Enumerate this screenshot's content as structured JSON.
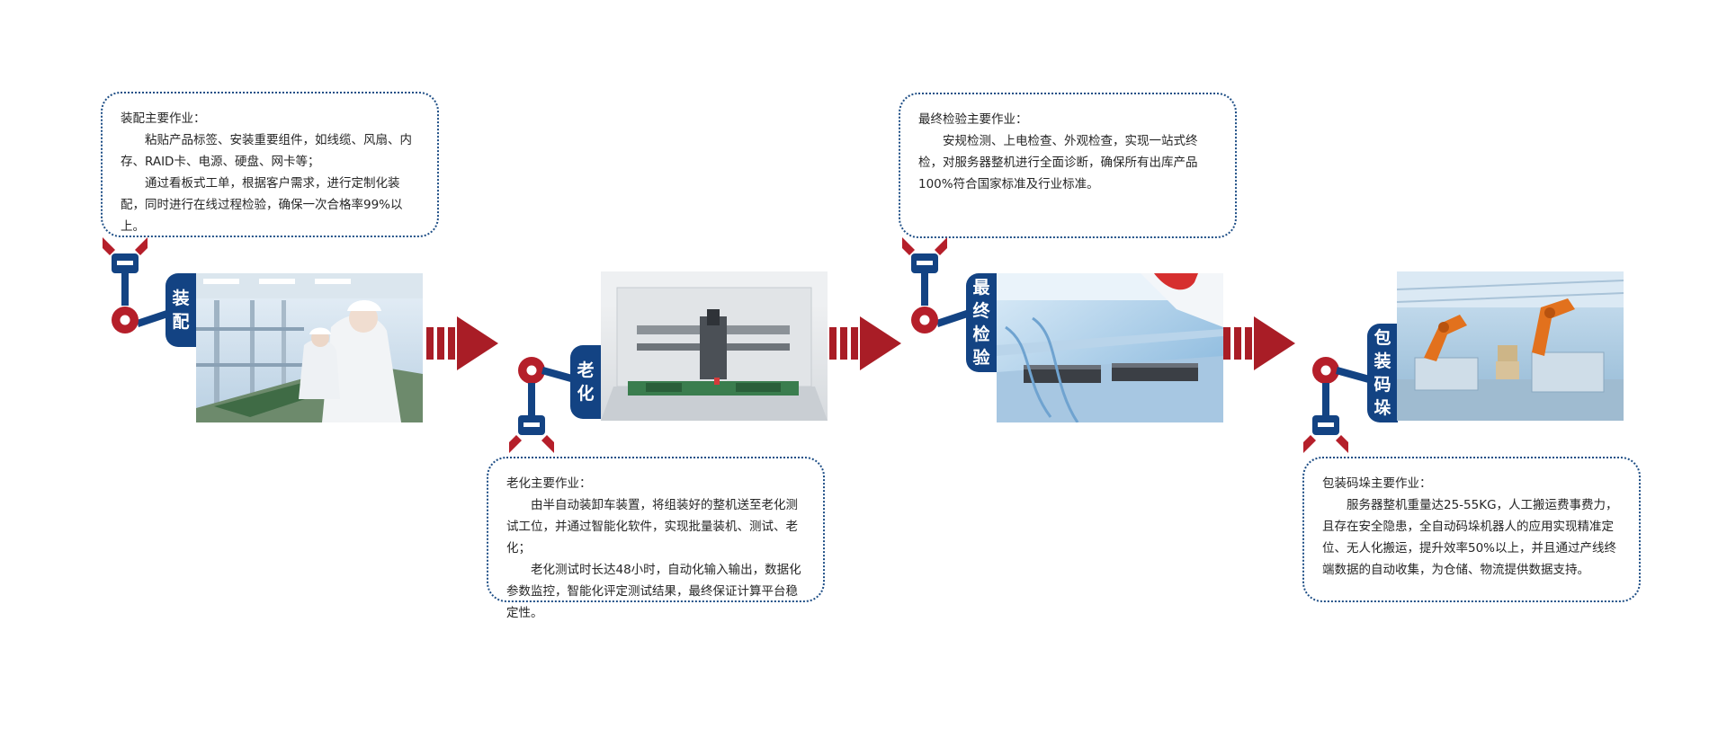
{
  "colors": {
    "navy": "#134383",
    "red": "#b51f2a",
    "border": "#1f4f86"
  },
  "steps": [
    {
      "tag": [
        "装",
        "配"
      ],
      "desc_title": "装配主要作业：",
      "desc_lines": [
        "粘贴产品标签、安装重要组件，如线缆、风扇、内存、RAID卡、电源、硬盘、网卡等；",
        "通过看板式工单，根据客户需求，进行定制化装配，同时进行在线过程检验，确保一次合格率99%以上。"
      ]
    },
    {
      "tag": [
        "老",
        "化"
      ],
      "desc_title": "老化主要作业：",
      "desc_lines": [
        "由半自动装卸车装置，将组装好的整机送至老化测试工位，并通过智能化软件，实现批量装机、测试、老化；",
        "老化测试时长达48小时，自动化输入输出，数据化参数监控，智能化评定测试结果，最终保证计算平台稳定性。"
      ]
    },
    {
      "tag": [
        "最",
        "终",
        "检",
        "验"
      ],
      "desc_title": "最终检验主要作业：",
      "desc_lines": [
        "安规检测、上电检查、外观检查，实现一站式终检，对服务器整机进行全面诊断，确保所有出库产品100%符合国家标准及行业标准。"
      ]
    },
    {
      "tag": [
        "包",
        "装",
        "码",
        "垛"
      ],
      "desc_title": "包装码垛主要作业：",
      "desc_lines": [
        "服务器整机重量达25-55KG，人工搬运费事费力，且存在安全隐患，全自动码垛机器人的应用实现精准定位、无人化搬运，提升效率50%以上，并且通过产线终端数据的自动收集，为仓储、物流提供数据支持。"
      ]
    }
  ]
}
